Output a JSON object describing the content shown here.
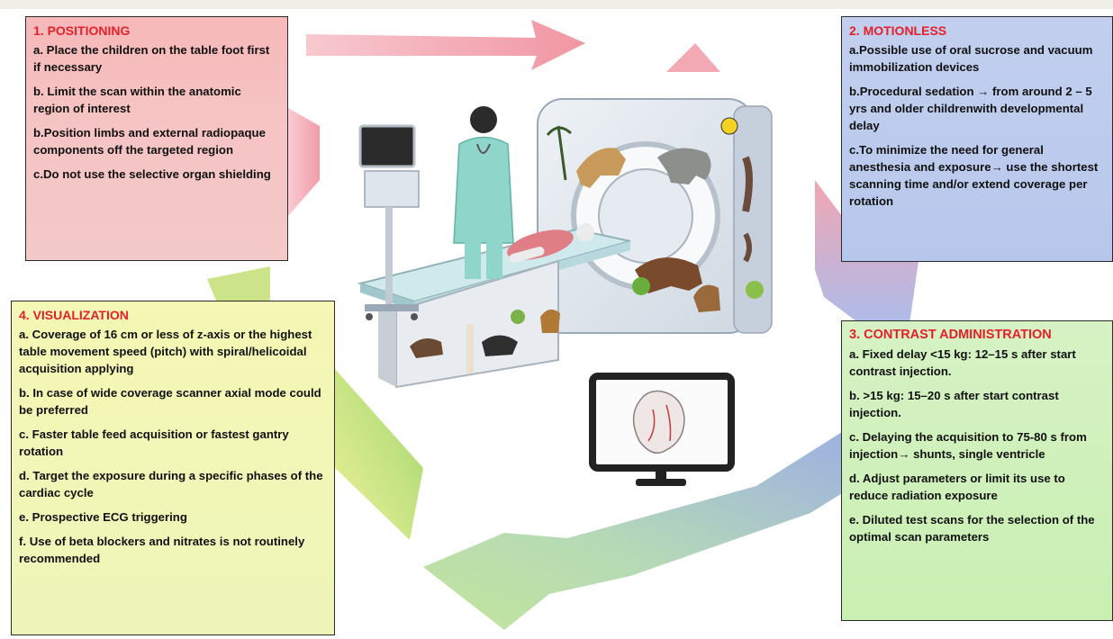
{
  "box1": {
    "title": "1. POSITIONING",
    "items": [
      "a. Place the children on the table foot first if necessary",
      "b. Limit the scan within the anatomic region of interest",
      "b.Position limbs and external radiopaque components off the targeted region",
      "c.Do not use the selective organ shielding"
    ]
  },
  "box2": {
    "title": "2. MOTIONLESS",
    "items": [
      "a.Possible use of oral sucrose and vacuum immobilization devices",
      "b.Procedural sedation → from around 2 – 5 yrs and older childrenwith developmental delay",
      "c.To minimize the need for general anesthesia and exposure→ use the shortest scanning time and/or extend coverage per rotation"
    ]
  },
  "box3": {
    "title": "3. CONTRAST ADMINISTRATION",
    "items": [
      "a. Fixed delay <15 kg: 12–15 s after start contrast injection.",
      "b. >15 kg: 15–20 s after start contrast injection.",
      "c. Delaying the acquisition to 75-80 s from injection→ shunts, single ventricle",
      "d. Adjust parameters or limit its use to reduce radiation exposure",
      "e. Diluted test scans for the selection of the optimal scan parameters"
    ]
  },
  "box4": {
    "title": "4. VISUALIZATION",
    "items": [
      "a. Coverage of 16 cm or less of z-axis or the highest table movement speed (pitch) with spiral/helicoidal acquisition applying",
      "b. In case of wide coverage scanner axial mode could be preferred",
      "c. Faster table feed acquisition or fastest gantry rotation",
      "d. Target the exposure during a specific phases of the cardiac cycle",
      "e. Prospective ECG triggering",
      "f. Use of beta blockers and nitrates is not routinely recommended"
    ]
  },
  "colors": {
    "title_red": "#e4202a",
    "arrow_pink": "#f29aa6",
    "arrow_blue": "#8fa3dc",
    "arrow_green": "#9fd46a",
    "arrow_yellow": "#e3ee7c"
  },
  "icons": [
    "ct-scanner-icon",
    "nurse-icon",
    "monitor-cart-icon",
    "heart-monitor-icon",
    "child-patient-icon"
  ]
}
